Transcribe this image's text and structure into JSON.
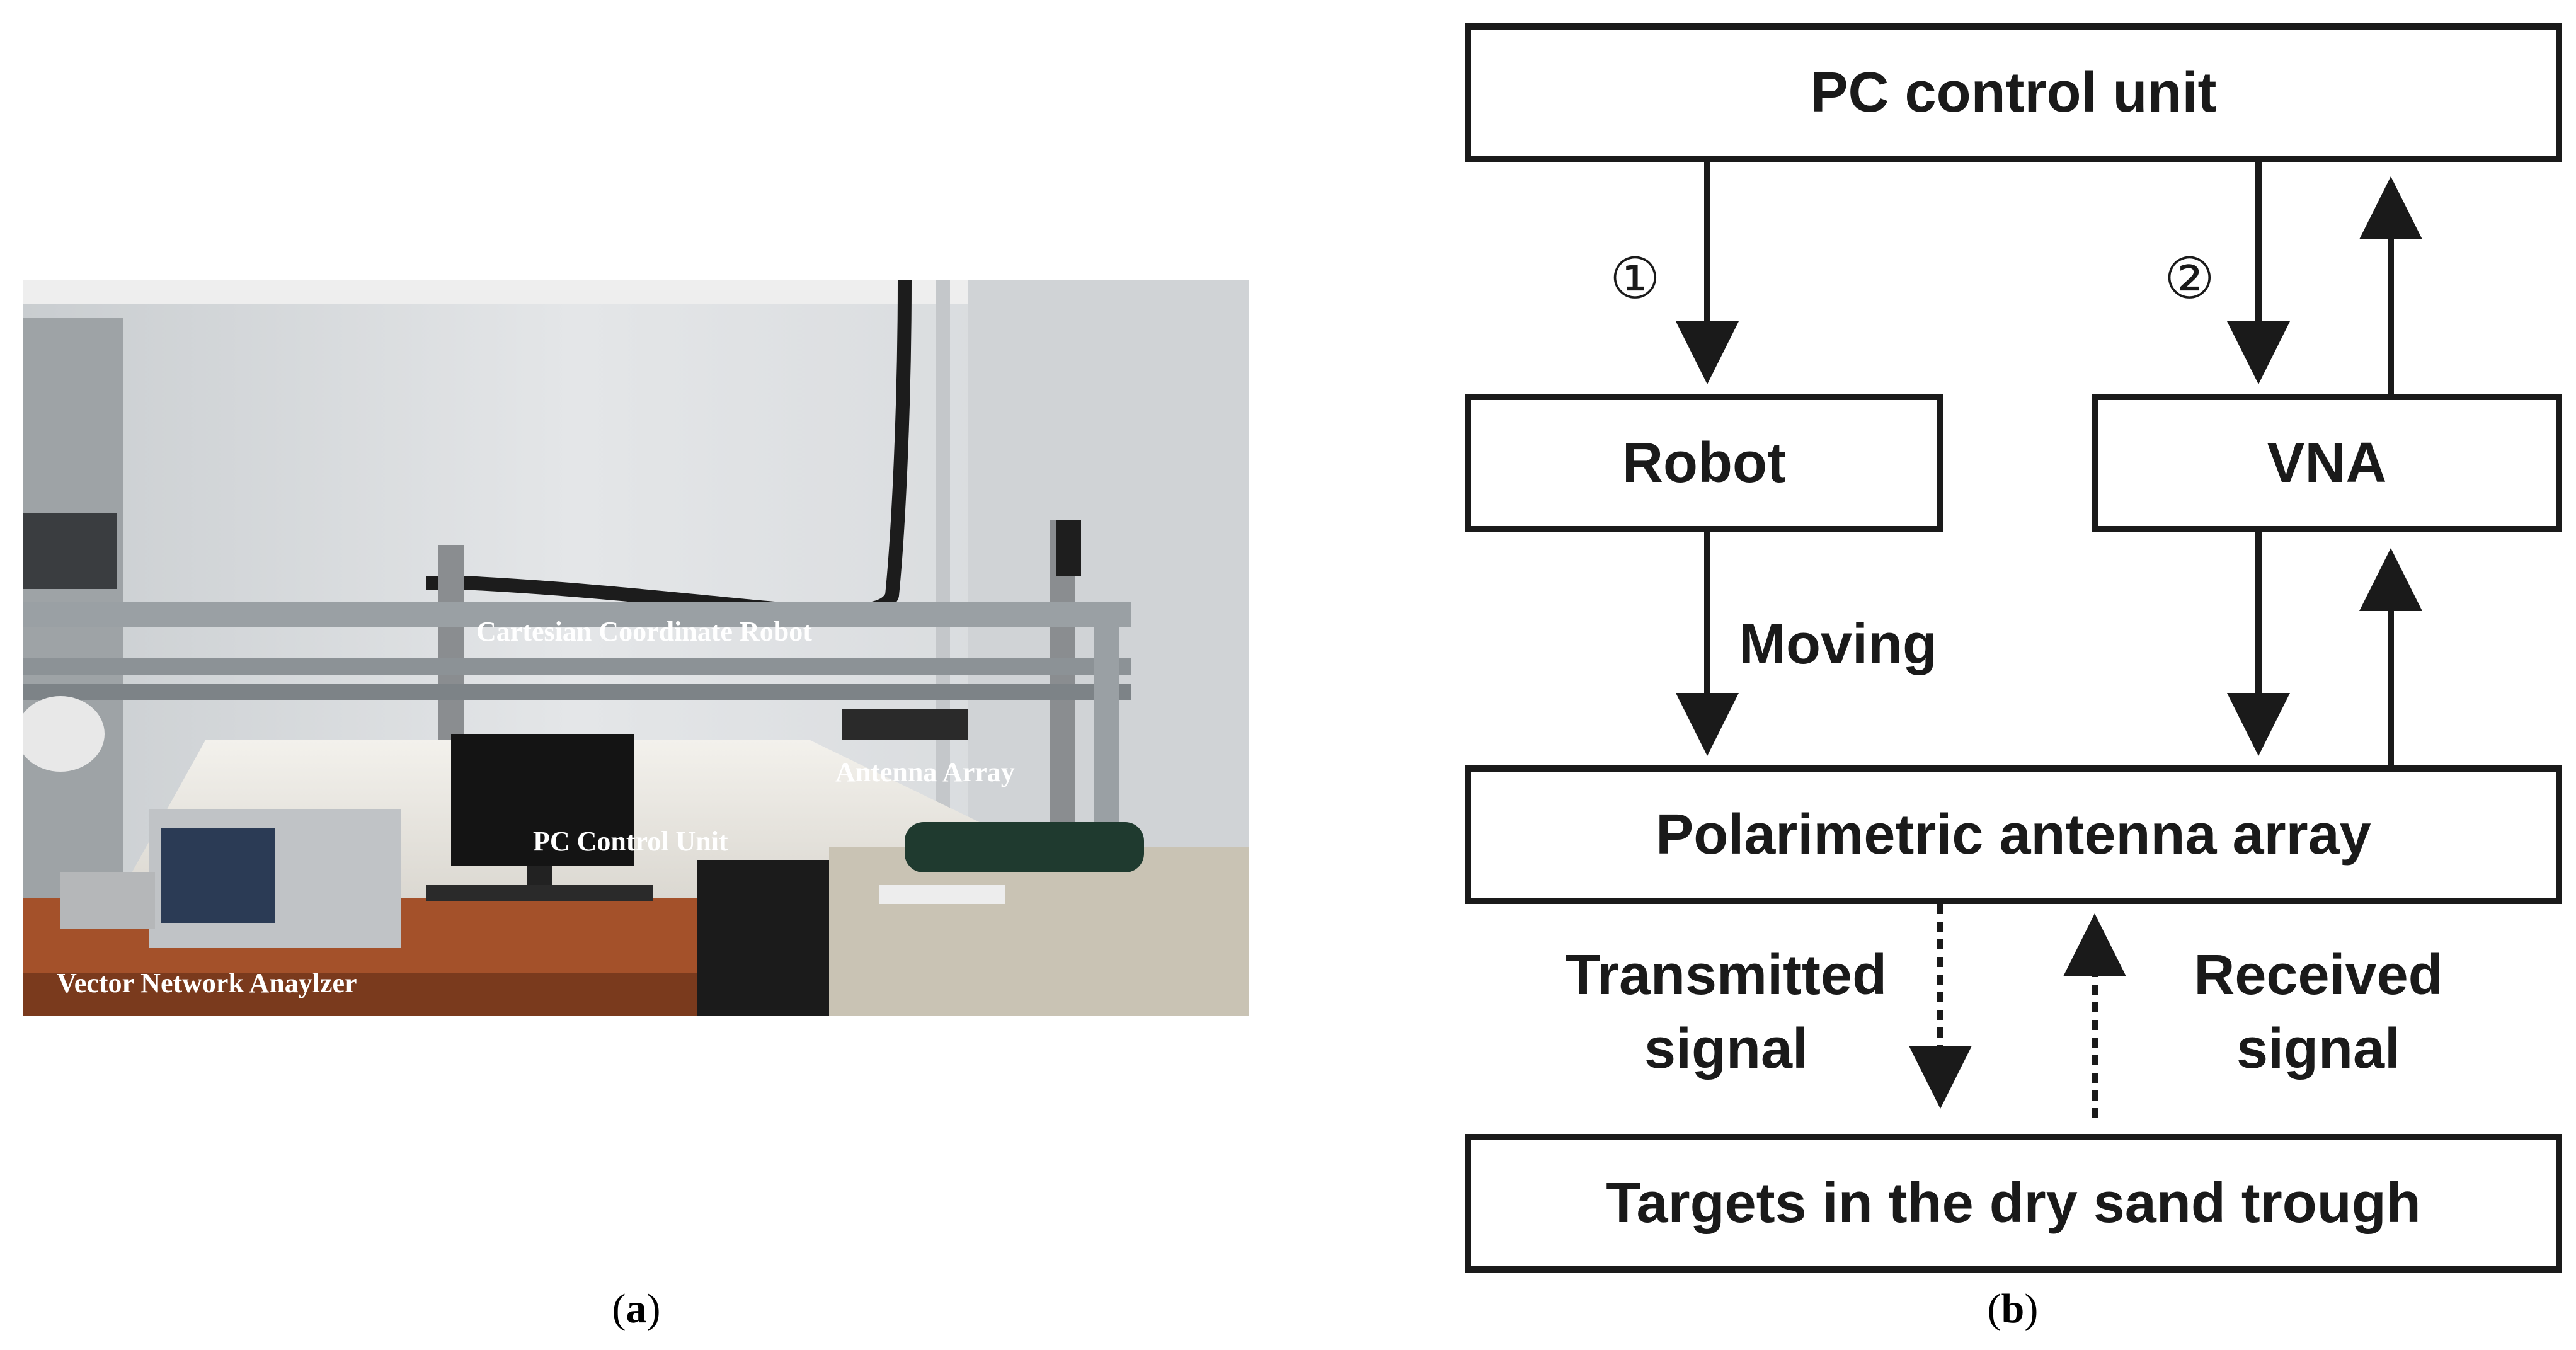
{
  "panel_a": {
    "caption_letter": "a",
    "labels": {
      "robot": "Cartesian Coordinate Robot",
      "antenna": "Antenna Array",
      "pc": "PC Control Unit",
      "vna": "Vector Network Anaylzer"
    }
  },
  "panel_b": {
    "caption_letter": "b",
    "boxes": {
      "pc": "PC control unit",
      "robot": "Robot",
      "vna": "VNA",
      "antenna": "Polarimetric antenna array",
      "targets": "Targets in the dry sand trough"
    },
    "steps": {
      "one": "①",
      "two": "②"
    },
    "moving": "Moving",
    "transmitted": "Transmitted signal",
    "received": "Received signal"
  },
  "colors": {
    "line": "#1a1a1a",
    "wall": "#d9dde0",
    "table": "#a4512a"
  }
}
